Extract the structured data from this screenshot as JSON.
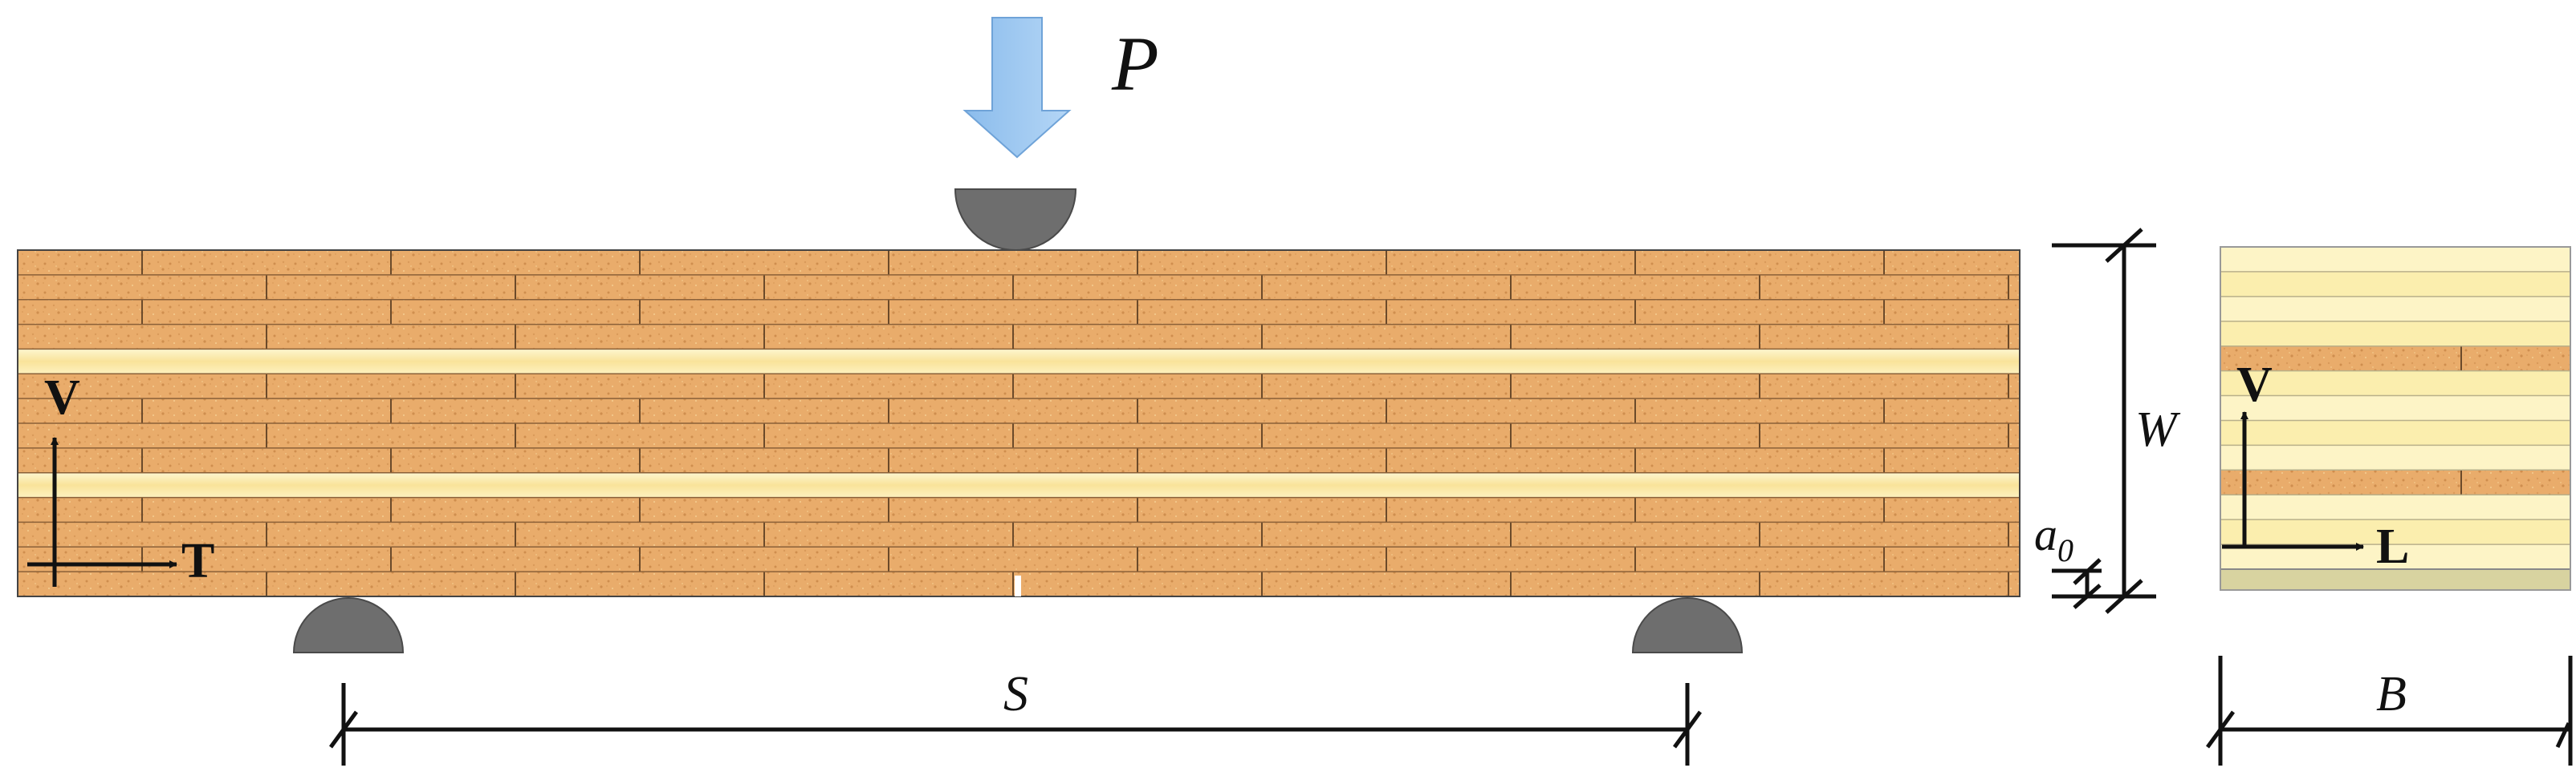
{
  "labels": {
    "load": "P",
    "span": "S",
    "depth": "W",
    "notch_symbol": "a",
    "notch_subscript": "0",
    "thickness": "B",
    "beam_vertical_axis": "V",
    "beam_horizontal_axis": "T",
    "section_vertical_axis": "V",
    "section_horizontal_axis": "L"
  },
  "colors": {
    "wood": "#e9ac6b",
    "wood_speckle": "#cf8e4e",
    "veneer": "#fbe9a6",
    "veneer_light": "#fdf6cf",
    "support": "#6e6e6e",
    "load_arrow": "#9fc7f0",
    "line": "#111111"
  }
}
